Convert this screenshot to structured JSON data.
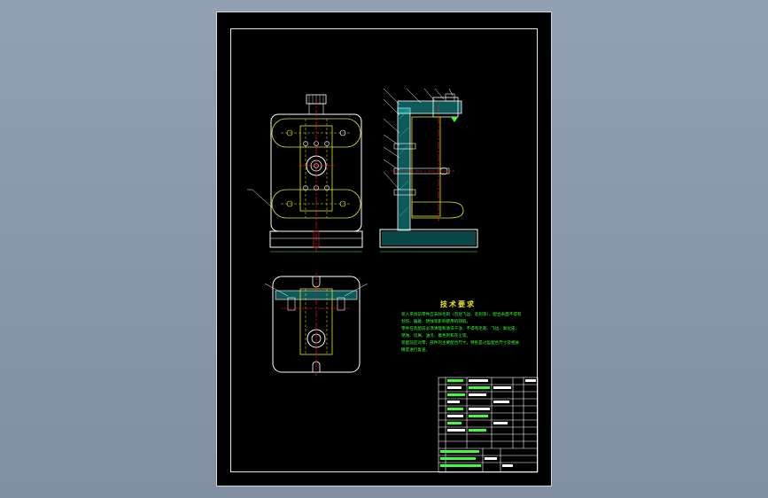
{
  "drawing": {
    "tech_requirements": {
      "title": "技术要求",
      "lines": [
        "装入夹具前零件应去除毛刺（包括飞边、毛刺等），配合表面不得有",
        "划伤、磕碰、锈蚀等影响使用的缺陷。",
        "零件在装配前必须清理和清洗干净，不得有毛刺、飞边、氧化皮、",
        "锈蚀、切屑、油污、着色剂和灰尘等。",
        "装配前应对零、部件的主要配合尺寸，特别是过盈配合尺寸及相关",
        "精度进行复查。"
      ]
    },
    "colors": {
      "sheet_background": "#000000",
      "frame": "#e6e6e6",
      "outline": "#ffffff",
      "centerline": "#ff2020",
      "hidden_parts": "#e8e81a",
      "section_hatch": "#20c8c8",
      "leader_text": "#3cff3c"
    }
  }
}
